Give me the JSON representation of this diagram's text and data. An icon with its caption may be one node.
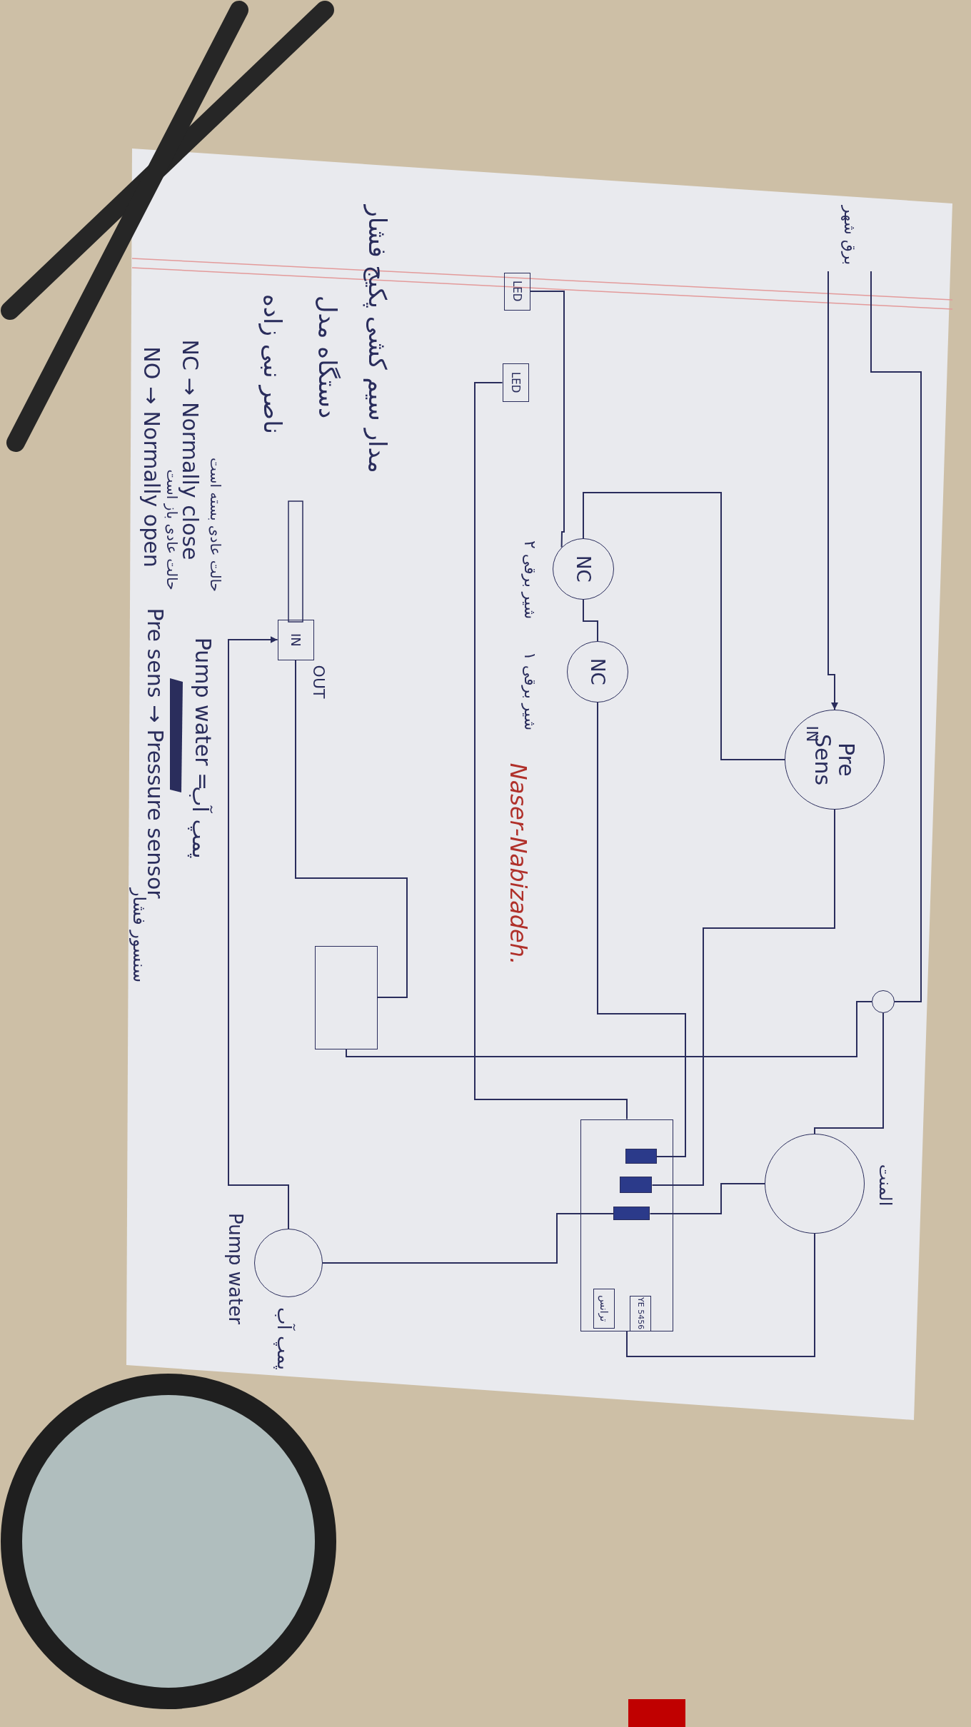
{
  "diagram": {
    "nodes": [
      {
        "text": [
          "LED"
        ]
      },
      {
        "text": [
          "LED"
        ]
      },
      {
        "text": [
          "NC"
        ],
        "beside": [
          "شیر برقی ۲"
        ]
      },
      {
        "text": [
          "NC"
        ],
        "beside": [
          "شیر برقی ۱"
        ]
      },
      {
        "text": [
          "Pre",
          "Sens"
        ]
      },
      {
        "text": [],
        "shape": "circle"
      },
      {
        "text": [],
        "shape": "circle",
        "beside": [
          "المنت"
        ]
      },
      {
        "text": [],
        "shape": "box"
      },
      {
        "text": [],
        "shape": "bar",
        "in": 7
      },
      {
        "text": [],
        "shape": "bar",
        "in": 7
      },
      {
        "text": [],
        "shape": "bar",
        "in": 7
      },
      {
        "text": [
          "ترانس"
        ],
        "in": 7
      },
      {
        "text": [
          "YE 5456"
        ],
        "in": 7
      },
      {
        "text": [],
        "shape": "circle",
        "beside": [
          "Pump water",
          "پمپ آب"
        ]
      },
      {
        "text": [
          "IN"
        ],
        "beside": [
          "OUT"
        ]
      },
      {
        "text": [],
        "shape": "box"
      },
      {
        "text": [
          "برق شهر"
        ]
      }
    ],
    "edges": [
      {
        "from": 16,
        "to": 5,
        "arrow": "none"
      },
      {
        "from": 16,
        "to": 4,
        "arrow": "to"
      },
      {
        "from": 5,
        "to": 6,
        "arrow": "none"
      },
      {
        "from": 4,
        "to": 2,
        "arrow": "none"
      },
      {
        "from": 0,
        "to": 2,
        "arrow": "none"
      },
      {
        "from": 1,
        "to": 7,
        "arrow": "none"
      },
      {
        "from": 2,
        "to": 3,
        "arrow": "none"
      },
      {
        "from": 3,
        "to": 8,
        "arrow": "none"
      },
      {
        "from": 4,
        "to": 9,
        "arrow": "none"
      },
      {
        "from": 6,
        "to": 10,
        "arrow": "none"
      },
      {
        "from": 13,
        "to": 14,
        "arrow": "to"
      },
      {
        "from": 14,
        "to": 15,
        "arrow": "none"
      },
      {
        "from": 15,
        "to": 5,
        "arrow": "none"
      },
      {
        "from": 13,
        "to": 10,
        "arrow": "none"
      },
      {
        "from": 7,
        "to": 6,
        "arrow": "none"
      }
    ],
    "labels": [
      "مدار سیم کشی پکیج فشار",
      "دستگاه مدل",
      "ناصر نبی زاده",
      "حالت عادی بسته است",
      "NC → Normally close",
      "حالت عادی باز است",
      "NO → Normally open",
      "Pump water =",
      "پمپ آب",
      "Pre sens → Pressure sensor",
      "سنسور فشار",
      "Naser-Nabizadeh.",
      "IN"
    ]
  }
}
